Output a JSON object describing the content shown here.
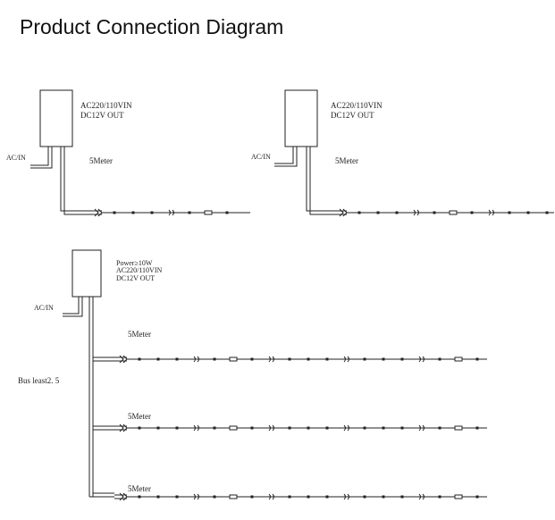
{
  "title": "Product Connection Diagram",
  "diagram1": {
    "units": [
      {
        "line1": "AC220/110VIN",
        "line2": "DC12V OUT",
        "ac_label": "AC/IN",
        "length_label": "5Meter"
      },
      {
        "line1": "AC220/110VIN",
        "line2": "DC12V OUT",
        "ac_label": "AC/IN",
        "length_label": "5Meter"
      }
    ]
  },
  "diagram2": {
    "power_line": "Power≥10W",
    "line1": "AC220/110VIN",
    "line2": "DC12V OUT",
    "ac_label": "AC/IN",
    "bus_label": "Bus least2. 5",
    "branches": [
      {
        "length_label": "5Meter"
      },
      {
        "length_label": "5Meter"
      },
      {
        "length_label": "5Meter"
      }
    ]
  }
}
